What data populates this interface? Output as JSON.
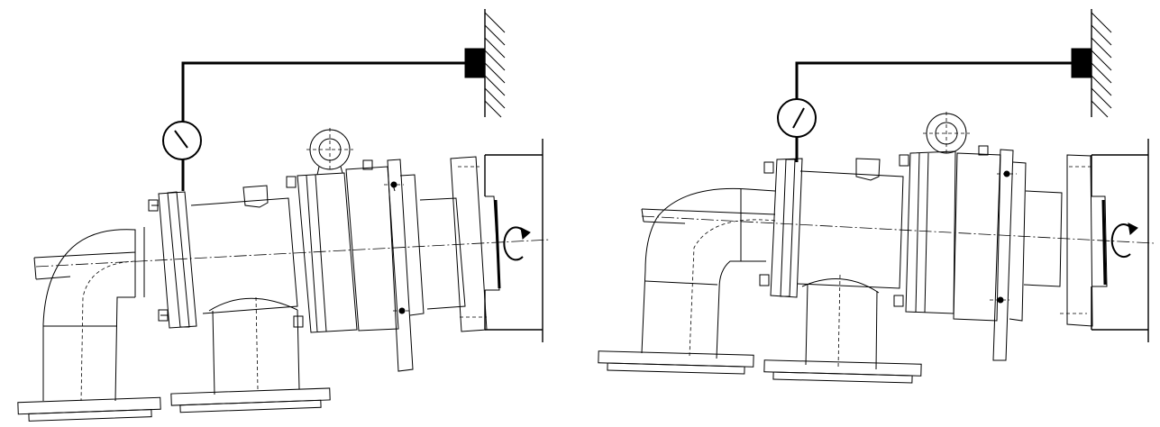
{
  "figure": {
    "views": [
      {
        "name": "left-view",
        "part": "swivel-joint-assembly",
        "rotation_symbol": "rotation-arrow-icon",
        "gauge": "dial-indicator-icon"
      },
      {
        "name": "right-view",
        "part": "swivel-joint-assembly",
        "rotation_symbol": "rotation-arrow-icon",
        "gauge": "dial-indicator-icon"
      }
    ],
    "colors": {
      "line": "#000000",
      "background": "#ffffff"
    }
  }
}
